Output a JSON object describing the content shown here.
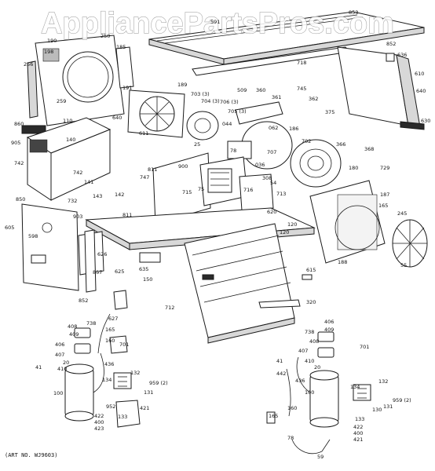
{
  "watermark": "AppliancePartsPros.com",
  "art_number": "(ART NO. WJ9603)",
  "callouts": {
    "c853": "853",
    "c591": "591",
    "c852": "852",
    "c636": "636",
    "c610": "610",
    "c640": "640",
    "c630": "630",
    "c718": "718",
    "c745": "745",
    "c362": "362",
    "c375": "375",
    "c366": "366",
    "c368": "368",
    "c729": "729",
    "c180": "180",
    "c509": "509",
    "c360": "360",
    "c361": "361",
    "c703": "703 (3)",
    "c704": "704 (3)",
    "c706": "706 (3)",
    "c705": "705 (3)",
    "c062": "062",
    "c186": "186",
    "c707": "707",
    "c702": "702",
    "c044": "044",
    "c78": "78",
    "c036": "036",
    "c190": "190",
    "c191": "191",
    "c189": "189",
    "c198": "198",
    "c256": "256",
    "c259": "259",
    "c185": "185",
    "c250": "250",
    "c860": "860",
    "c110": "110",
    "c640b": "640",
    "c611": "611",
    "c25": "25",
    "c905": "905",
    "c140": "140",
    "c742": "742",
    "c742b": "742",
    "c747": "747",
    "c141": "141",
    "c143": "143",
    "c142": "142",
    "c811": "811",
    "c811b": "811",
    "c900": "900",
    "c715": "715",
    "c75": "75",
    "c716": "716",
    "c54": "54",
    "c308": "308",
    "c713": "713",
    "c620": "620",
    "c187": "187",
    "c165": "165",
    "c245": "245",
    "c188": "188",
    "c55": "55",
    "c850": "850",
    "c732": "732",
    "c605": "605",
    "c903": "903",
    "c598": "598",
    "c626": "626",
    "c857": "857",
    "c625": "625",
    "c852b": "852",
    "c120": "120",
    "c120b": "120",
    "c615": "615",
    "c320": "320",
    "c712": "712",
    "c635": "635",
    "c150": "150",
    "c627": "627",
    "c408": "408",
    "c738": "738",
    "c409": "409",
    "c165b": "165",
    "c406": "406",
    "c407": "407",
    "c20": "20",
    "c410": "410",
    "c160": "160",
    "c701": "701",
    "c436": "436",
    "c41": "41",
    "c132": "132",
    "c134": "134",
    "c959": "959 (2)",
    "c131": "131",
    "c100": "100",
    "c952": "952",
    "c422": "422",
    "c400": "400",
    "c423": "423",
    "c133": "133",
    "c421": "421",
    "r406": "406",
    "r738": "738",
    "r409": "409",
    "r408": "408",
    "r407": "407",
    "r410": "410",
    "r701": "701",
    "r41": "41",
    "r20": "20",
    "r442": "442",
    "r436": "436",
    "r100": "100",
    "r134": "134",
    "r132": "132",
    "r959": "959 (2)",
    "r131": "131",
    "r130": "130",
    "r165": "165",
    "r160": "160",
    "r133": "133",
    "r422": "422",
    "r400": "400",
    "r421": "421",
    "r78": "78",
    "r59": "59"
  }
}
